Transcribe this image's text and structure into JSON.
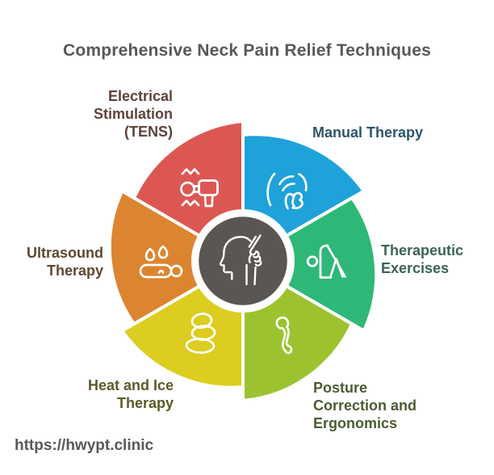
{
  "title": "Comprehensive Neck Pain Relief Techniques",
  "footer": {
    "url": "https://hwypt.clinic"
  },
  "colors": {
    "background": "#ffffff",
    "title_text": "#57585a",
    "center_circle": "#595653",
    "icon_stroke": "#ffffff",
    "divider": "#ffffff"
  },
  "center": {
    "icon": "head-neck-massage-icon"
  },
  "segments": [
    {
      "id": "electrical-stimulation-tens",
      "label": "Electrical\nStimulation\n(TENS)",
      "color": "#dc5752",
      "label_color": "#5e423c",
      "icon": "massage-gun-icon"
    },
    {
      "id": "manual-therapy",
      "label": "Manual Therapy",
      "color": "#1ea2d9",
      "label_color": "#2d566c",
      "icon": "massaging-hand-icon"
    },
    {
      "id": "therapeutic-exercises",
      "label": "Therapeutic\nExercises",
      "color": "#2eb877",
      "label_color": "#3c6454",
      "icon": "stretching-person-icon"
    },
    {
      "id": "posture-correction-ergonomics",
      "label": "Posture\nCorrection and\nErgonomics",
      "color": "#9cc32f",
      "label_color": "#4b5c31",
      "icon": "spine-icon"
    },
    {
      "id": "heat-and-ice-therapy",
      "label": "Heat and Ice\nTherapy",
      "color": "#dccd20",
      "label_color": "#5c5a28",
      "icon": "hot-stones-icon"
    },
    {
      "id": "ultrasound-therapy",
      "label": "Ultrasound\nTherapy",
      "color": "#dc8530",
      "label_color": "#5e482e",
      "icon": "ultrasound-device-icon"
    }
  ]
}
